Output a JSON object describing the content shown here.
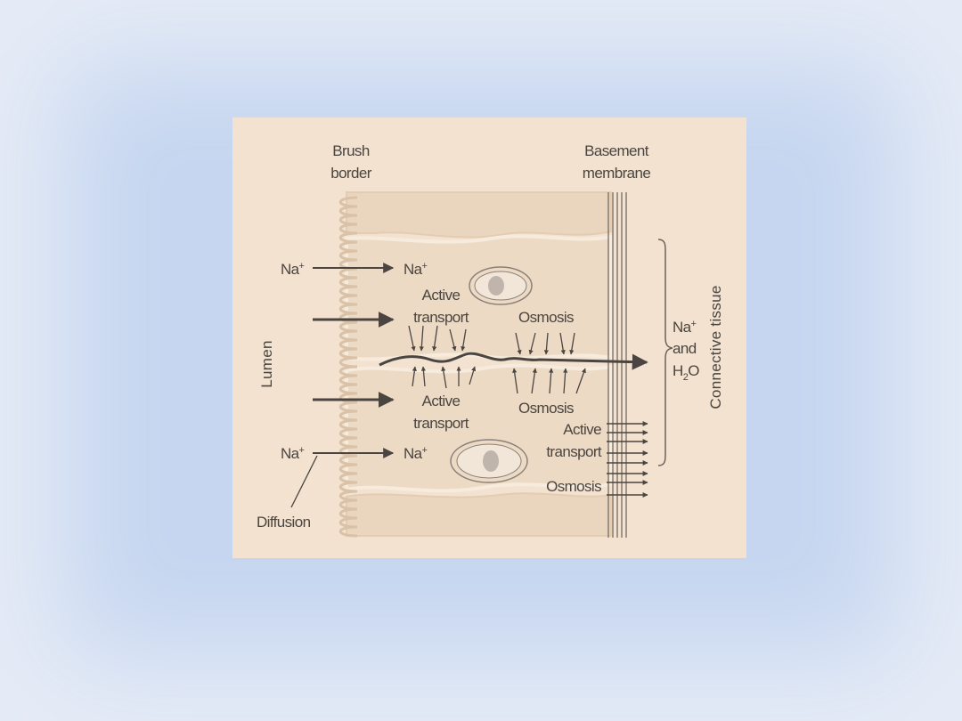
{
  "diagram": {
    "labels": {
      "brush_border_line1": "Brush",
      "brush_border_line2": "border",
      "basement_line1": "Basement",
      "basement_line2": "membrane",
      "lumen": "Lumen",
      "connective_tissue": "Connective tissue",
      "na_left_top": "Na",
      "na_right_top": "Na",
      "na_left_bottom": "Na",
      "na_right_bottom": "Na",
      "na_superscript": "+",
      "active_transport_top_1": "Active",
      "active_transport_top_2": "transport",
      "osmosis_top": "Osmosis",
      "active_transport_mid_1": "Active",
      "active_transport_mid_2": "transport",
      "osmosis_mid": "Osmosis",
      "active_transport_right_1": "Active",
      "active_transport_right_2": "transport",
      "osmosis_right": "Osmosis",
      "diffusion": "Diffusion",
      "result_na": "Na",
      "result_and": "and",
      "result_h": "H",
      "result_sub": "2",
      "result_o": "O"
    },
    "colors": {
      "background": "#c6d6f0",
      "panel": "#f2e2cf",
      "cell": "#ecd8c2",
      "arrow": "#4a4540"
    }
  }
}
